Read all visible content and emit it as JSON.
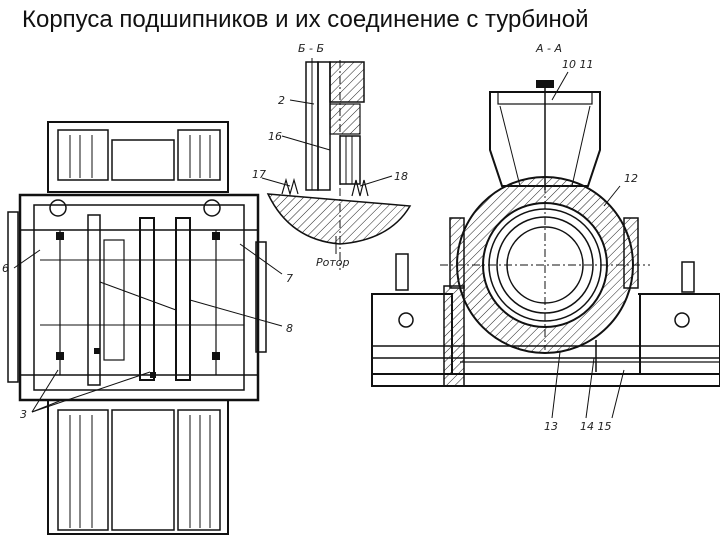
{
  "title": "Корпуса подшипников и их соединение с турбиной",
  "labels": {
    "section_bb": "Б - Б",
    "section_aa": "А - А",
    "rotor": "Ротор",
    "n2": "2",
    "n3": "3",
    "n6": "6",
    "n7": "7",
    "n8": "8",
    "n10_11": "10 11",
    "n12": "12",
    "n13": "13",
    "n14_15": "14  15",
    "n16": "16",
    "n17": "17",
    "n18": "18"
  }
}
